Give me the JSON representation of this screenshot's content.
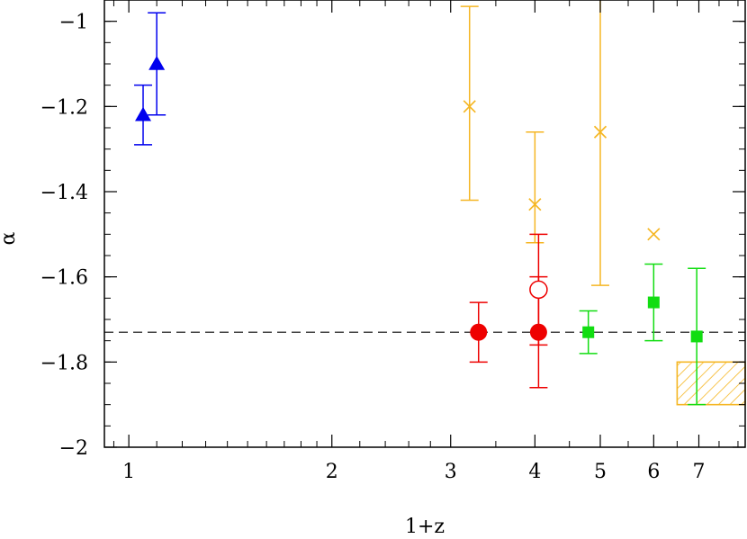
{
  "chart_data": {
    "type": "scatter",
    "title": "",
    "xlabel": "1+z",
    "ylabel": "α",
    "xscale": "log",
    "xlim": [
      0.92,
      8.2
    ],
    "ylim": [
      -2.0,
      -0.95
    ],
    "grid": false,
    "legend": "none",
    "x_ticks": [
      {
        "value": 1,
        "label": "1"
      },
      {
        "value": 2,
        "label": "2"
      },
      {
        "value": 3,
        "label": "3"
      },
      {
        "value": 4,
        "label": "4"
      },
      {
        "value": 5,
        "label": "5"
      },
      {
        "value": 6,
        "label": "6"
      },
      {
        "value": 7,
        "label": "7"
      }
    ],
    "y_ticks": [
      {
        "value": -1.0,
        "label": "−1"
      },
      {
        "value": -1.2,
        "label": "−1.2"
      },
      {
        "value": -1.4,
        "label": "−1.4"
      },
      {
        "value": -1.6,
        "label": "−1.6"
      },
      {
        "value": -1.8,
        "label": "−1.8"
      },
      {
        "value": -2.0,
        "label": "−2"
      }
    ],
    "reference_line": {
      "y": -1.73,
      "style": "dashed",
      "color": "#444444"
    },
    "shaded_region": {
      "x": [
        6.5,
        8.2
      ],
      "y": [
        -1.9,
        -1.8
      ],
      "color": "#f5b623",
      "pattern": "hatched"
    },
    "series": [
      {
        "marker": "triangle",
        "color": "#0000ee",
        "points": [
          {
            "x": 1.05,
            "y": -1.22,
            "lo": -1.29,
            "hi": -1.15
          },
          {
            "x": 1.1,
            "y": -1.1,
            "lo": -1.22,
            "hi": -0.98
          }
        ]
      },
      {
        "marker": "cross",
        "color": "#f5b623",
        "points": [
          {
            "x": 3.2,
            "y": -1.2,
            "lo": -1.42,
            "hi": -0.965
          },
          {
            "x": 4.0,
            "y": -1.43,
            "lo": -1.52,
            "hi": -1.26
          },
          {
            "x": 5.0,
            "y": -1.26,
            "lo": -1.62,
            "hi": -0.94
          },
          {
            "x": 6.0,
            "y": -1.5
          }
        ]
      },
      {
        "marker": "filled-circle",
        "color": "#ee0000",
        "points": [
          {
            "x": 3.3,
            "y": -1.73,
            "lo": -1.8,
            "hi": -1.66
          },
          {
            "x": 4.05,
            "y": -1.73,
            "lo": -1.86,
            "hi": -1.5
          }
        ]
      },
      {
        "marker": "open-circle",
        "color": "#ee0000",
        "points": [
          {
            "x": 4.05,
            "y": -1.63,
            "lo": -1.76,
            "hi": -1.6
          }
        ]
      },
      {
        "marker": "square",
        "color": "#11dd11",
        "points": [
          {
            "x": 4.8,
            "y": -1.73,
            "lo": -1.78,
            "hi": -1.68
          },
          {
            "x": 6.0,
            "y": -1.66,
            "lo": -1.75,
            "hi": -1.57
          },
          {
            "x": 6.95,
            "y": -1.74,
            "lo": -1.9,
            "hi": -1.58
          }
        ]
      }
    ]
  }
}
